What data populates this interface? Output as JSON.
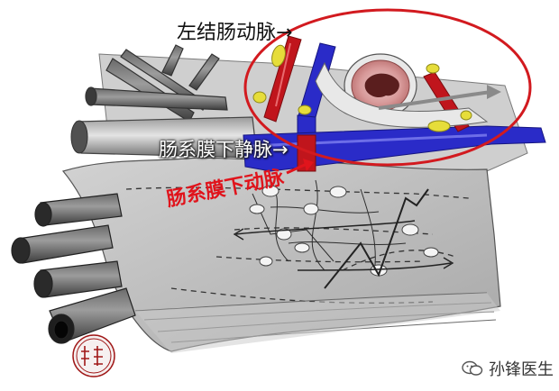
{
  "labels": {
    "left_colic_artery": "左结肠动脉→",
    "inferior_mesenteric_vein": "肠系膜下静脉→",
    "inferior_mesenteric_artery": "肠系膜下动脉"
  },
  "watermark": {
    "text": "孙锋医生",
    "icon": "wechat-icon"
  },
  "seal": {
    "text": "孙锋"
  },
  "colors": {
    "artery": "#c0151c",
    "vein": "#2a2bc8",
    "lymph_node": "#e6dd3a",
    "highlight_ellipse": "#d21a1f",
    "annotation_red": "#e0141c",
    "tissue_gray": "#b9b9b9"
  }
}
